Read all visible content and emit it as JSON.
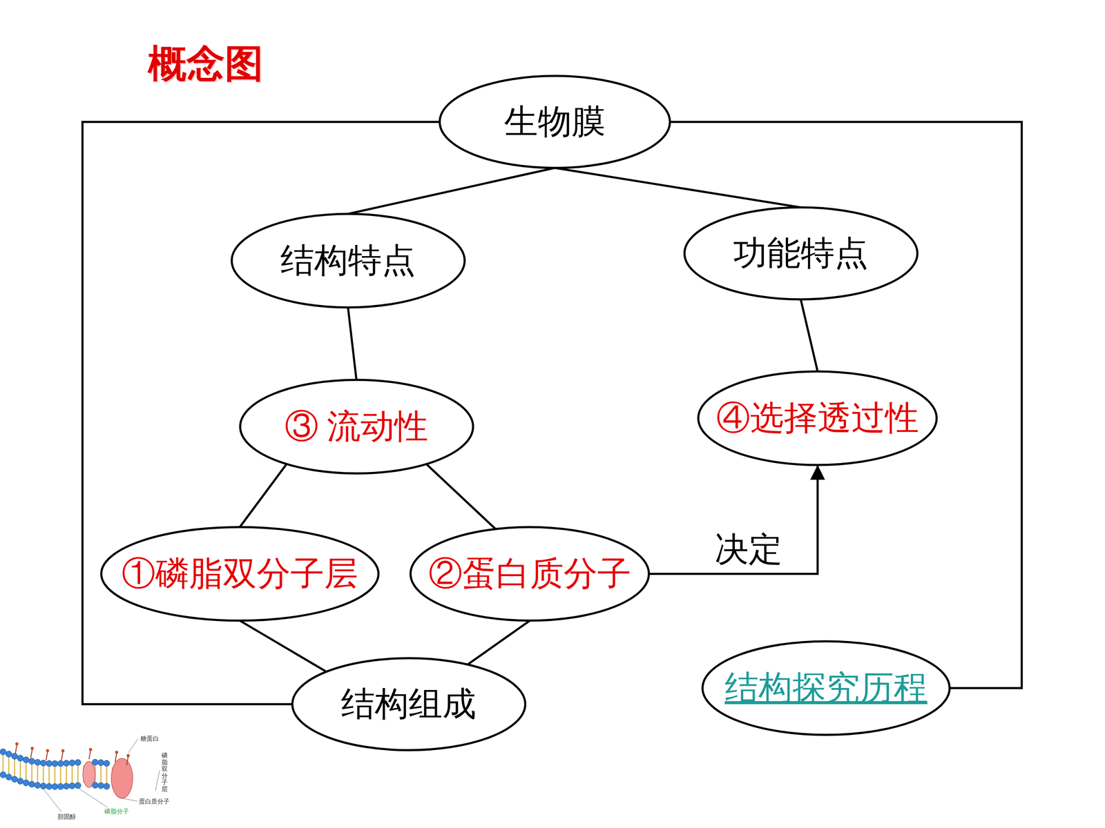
{
  "diagram": {
    "nodes": [
      {
        "text": [
          "生物膜"
        ]
      },
      {
        "text": [
          "结构特点"
        ]
      },
      {
        "text": [
          "功能特点"
        ]
      },
      {
        "text": [
          "③ 流动性"
        ]
      },
      {
        "text": [
          "④选择透过性"
        ]
      },
      {
        "text": [
          "①磷脂双分子层"
        ]
      },
      {
        "text": [
          "②蛋白质分子"
        ]
      },
      {
        "text": [
          "结构组成"
        ]
      },
      {
        "text": [
          "结构探究历程"
        ]
      }
    ],
    "edges": [
      {
        "from": 0,
        "to": 1,
        "arrow": "none"
      },
      {
        "from": 0,
        "to": 2,
        "arrow": "none"
      },
      {
        "from": 1,
        "to": 3,
        "arrow": "none"
      },
      {
        "from": 2,
        "to": 4,
        "arrow": "none"
      },
      {
        "from": 3,
        "to": 5,
        "arrow": "none"
      },
      {
        "from": 3,
        "to": 6,
        "arrow": "none"
      },
      {
        "from": 5,
        "to": 7,
        "arrow": "none"
      },
      {
        "from": 6,
        "to": 7,
        "arrow": "none"
      },
      {
        "from": 6,
        "to": 4,
        "label": "决定",
        "arrow": "to"
      },
      {
        "from": 0,
        "to": 7,
        "arrow": "none"
      },
      {
        "from": 0,
        "to": 8,
        "arrow": "none"
      }
    ],
    "labels": [
      "概念图",
      "糖蛋白",
      "磷脂双分子层",
      "蛋白质分子",
      "胆固醇",
      "磷脂分子"
    ]
  }
}
